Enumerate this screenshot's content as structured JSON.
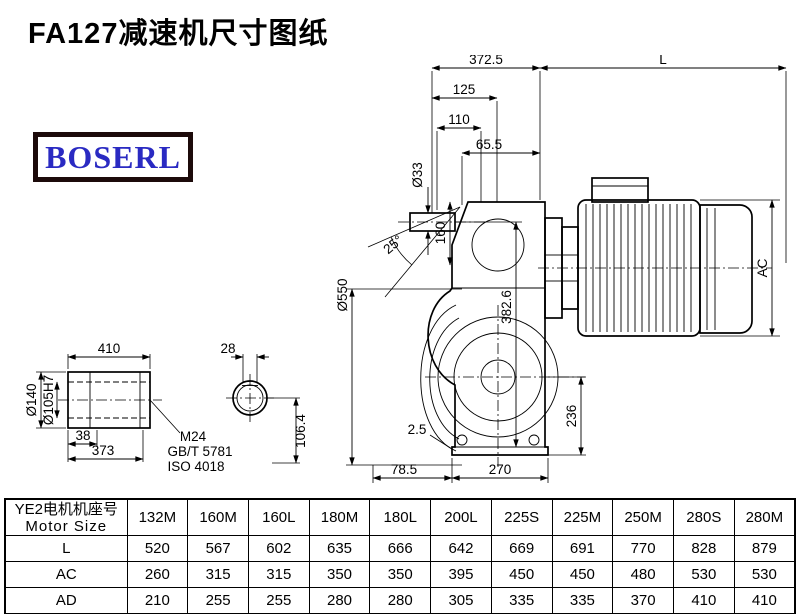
{
  "title": "FA127减速机尺寸图纸",
  "logo": {
    "text": "BOSERL"
  },
  "drawing": {
    "dims": {
      "d372_5": "372.5",
      "dL": "L",
      "d125": "125",
      "d110": "110",
      "d65_5": "65.5",
      "d33": "Ø33",
      "d160": "160",
      "d25": "25°",
      "d550": "Ø550",
      "d382_6": "382.6",
      "dAC": "AC",
      "d236": "236",
      "d2_5": "2.5",
      "d78_5": "78.5",
      "d270": "270",
      "d410": "410",
      "d140": "Ø140",
      "d105": "Ø105H7",
      "d38": "38",
      "d373": "373",
      "d28": "28",
      "d106_4": "106.4",
      "thread_callout": "M24",
      "thread_standard": "GB/T 5781",
      "thread_iso": "ISO 4018"
    }
  },
  "table": {
    "corner_line1": "YE2电机机座号",
    "corner_line2": "Motor Size",
    "columns": [
      "132M",
      "160M",
      "160L",
      "180M",
      "180L",
      "200L",
      "225S",
      "225M",
      "250M",
      "280S",
      "280M"
    ],
    "rows": [
      {
        "label": "L",
        "values": [
          "520",
          "567",
          "602",
          "635",
          "666",
          "642",
          "669",
          "691",
          "770",
          "828",
          "879"
        ]
      },
      {
        "label": "AC",
        "values": [
          "260",
          "315",
          "315",
          "350",
          "350",
          "395",
          "450",
          "450",
          "480",
          "530",
          "530"
        ]
      },
      {
        "label": "AD",
        "values": [
          "210",
          "255",
          "255",
          "280",
          "280",
          "305",
          "335",
          "335",
          "370",
          "410",
          "410"
        ]
      }
    ]
  }
}
